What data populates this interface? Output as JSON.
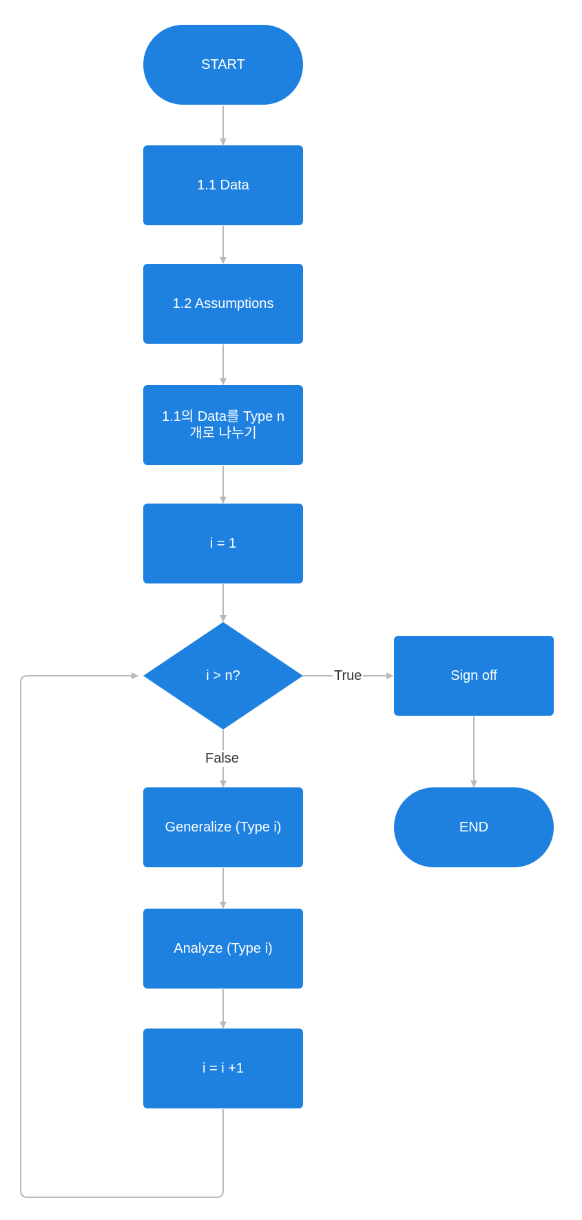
{
  "colors": {
    "node_fill": "#1e81e0",
    "node_text": "#ffffff",
    "connector": "#b9b9b9",
    "edge_label_text": "#333333"
  },
  "nodes": {
    "start": "START",
    "data": "1.1 Data",
    "assumptions": "1.2 Assumptions",
    "split": "1.1의 Data를 Type n\n개로 나누기",
    "init": "i = 1",
    "decision": "i > n?",
    "signoff": "Sign off",
    "end": "END",
    "generalize": "Generalize (Type i)",
    "analyze": "Analyze (Type i)",
    "increment": "i = i +1"
  },
  "edge_labels": {
    "true": "True",
    "false": "False"
  }
}
